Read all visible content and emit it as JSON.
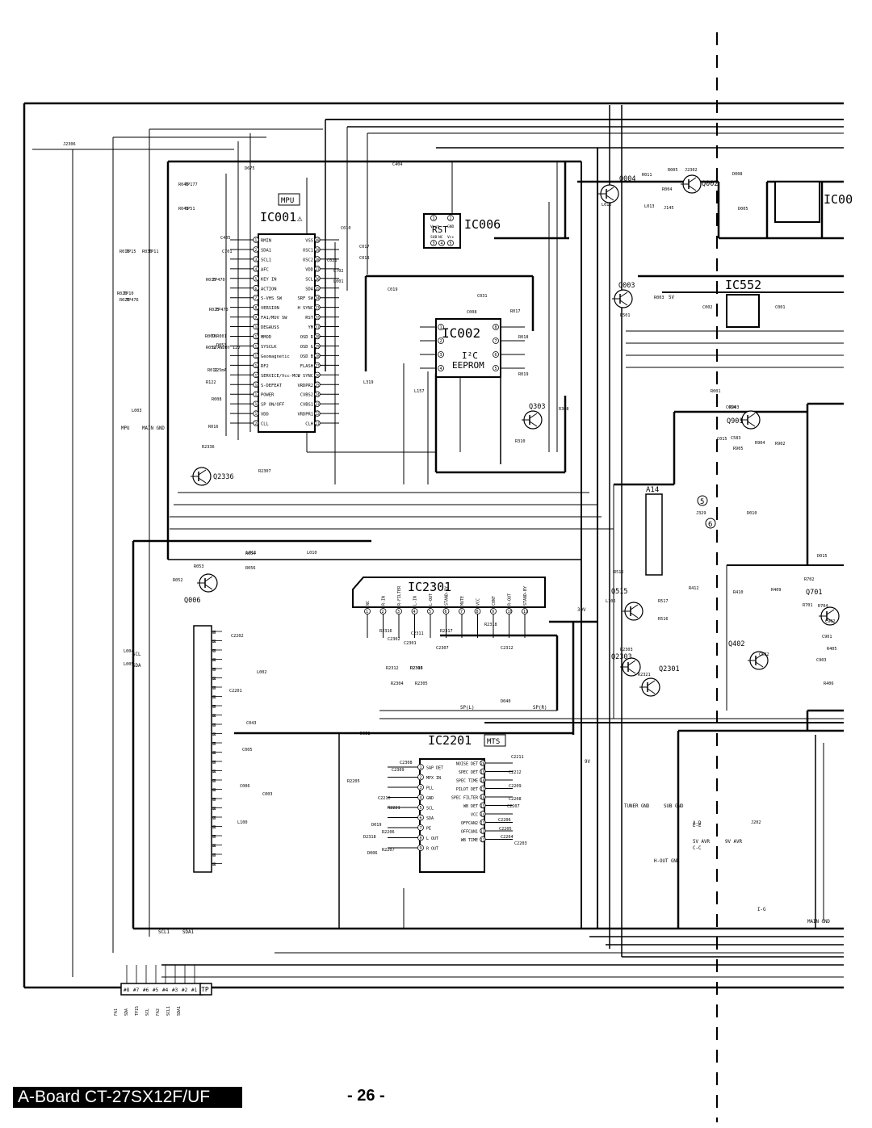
{
  "footer": {
    "model_label": "A-Board CT-27SX12F/UF",
    "page_number": "- 26 -"
  },
  "ics": {
    "ic001": {
      "name": "IC001",
      "tag": "MPU"
    },
    "ic006": {
      "name": "IC006",
      "sub": "RST"
    },
    "ic002": {
      "name": "IC002",
      "sub1": "I²C",
      "sub2": "EEPROM"
    },
    "ic2301": {
      "name": "IC2301"
    },
    "ic2201": {
      "name": "IC2201",
      "tag": "MTS"
    },
    "ic552": {
      "name": "IC552"
    },
    "ic00": {
      "name": "IC00"
    }
  },
  "transistors": {
    "q004": "Q004",
    "q002": "Q002",
    "q003": "Q003",
    "q303": "Q303",
    "q901": "Q901",
    "q2336": "Q2336",
    "q006": "Q006",
    "q515": "Q515",
    "q2303": "Q2303",
    "q2301": "Q2301",
    "q701": "Q701",
    "q402": "Q402"
  },
  "ic001_left_pins": [
    "RMIN",
    "SDA1",
    "SCL1",
    "AFC",
    "KEY IN",
    "ACTION",
    "S-VHS SW",
    "VERSION",
    "FA1/MUV SW",
    "DEGAUSS",
    "MMOD",
    "SYSCLK",
    "Geomagnetic",
    "RF2",
    "SERVICE/Vcc-MCU",
    "S-DEFEAT",
    "POWER",
    "SP ON/OFF",
    "VDD",
    "CLL"
  ],
  "ic001_right_pins": [
    "VSS",
    "OSC1",
    "OSC2",
    "VDD",
    "SCL",
    "SDA",
    "SRF SW",
    "H SYNC",
    "RST",
    "YM",
    "OSD R",
    "OSD G",
    "OSD B",
    "FLASH",
    "V SYNC",
    "VRDPR2",
    "CVBS2",
    "CVBS1",
    "VRDPR1",
    "CLH"
  ],
  "ic006_pins": [
    "Vout",
    "GND",
    "SUB",
    "NC",
    "Vcc"
  ],
  "ic002_left_pins": [
    "1",
    "2",
    "3",
    "4"
  ],
  "ic002_right_pins": [
    "8",
    "7",
    "6",
    "5"
  ],
  "ic2301_pins": [
    "NC",
    "R-IN",
    "R-FILTER",
    "L-IN",
    "L-OUT",
    "STAND-BY",
    "MUTE",
    "VCC",
    "CONT",
    "R-OUT",
    "STAND-BY"
  ],
  "ic2201_left_pins": [
    "SAP DET",
    "MPX IN",
    "PLL",
    "GND",
    "SCL",
    "SDA",
    "PE",
    "L OUT",
    "R OUT"
  ],
  "ic2201_right_pins": [
    "NOISE DET",
    "SPEC DET",
    "SPEC TIME",
    "PILOT DET",
    "SPEC FILTER",
    "WB DET",
    "VCC",
    "OFFCAN2",
    "OFFCAN1",
    "WB TIME"
  ],
  "connector_pins": [
    "#8",
    "#7",
    "#6",
    "#5",
    "#4",
    "#3",
    "#2",
    "#1"
  ],
  "connector_label": "TP",
  "connector_bottom_labels": [
    "FA1",
    "SDA",
    "TP15",
    "SCL",
    "FA2",
    "SCL1",
    "SDA1"
  ],
  "bus_labels": [
    "SCL",
    "SDA",
    "SCL1",
    "SDA1",
    "MPU",
    "MAIN GND",
    "SP(L)",
    "SP(R)",
    "30V",
    "9V",
    "5V",
    "TUNER GND",
    "SUB GND",
    "MAIN GND",
    "A-D",
    "C-C",
    "E-E",
    "I-G",
    "H-OUT GND",
    "5V AVR",
    "9V AVR"
  ],
  "ref_labels": [
    "R040",
    "R041",
    "R010",
    "R030",
    "R020",
    "R015",
    "R026",
    "R025",
    "R007",
    "R051",
    "R012",
    "R122",
    "R008",
    "R016",
    "R2336",
    "R2307",
    "R053",
    "R052",
    "R054",
    "R056",
    "R501",
    "R005",
    "R004",
    "R011",
    "R001",
    "R003",
    "R017",
    "R018",
    "R019",
    "R308",
    "R310",
    "R903",
    "R905",
    "R904",
    "R902",
    "R515",
    "R517",
    "R516",
    "R2303",
    "R2321",
    "R2316",
    "R2317",
    "R2318",
    "R2312",
    "R2313",
    "R2304",
    "R2305",
    "R2306",
    "R2205",
    "R2206",
    "R2207",
    "R2221",
    "R412",
    "R410",
    "R409",
    "R701",
    "R702",
    "R704",
    "R405",
    "R406",
    "C010",
    "C017",
    "C018",
    "C021",
    "C019",
    "C031",
    "C008",
    "C2311",
    "C2302",
    "C2301",
    "C2307",
    "C2312",
    "C2308",
    "C2309",
    "C2210",
    "C2211",
    "C2212",
    "C2209",
    "C2208",
    "C2207",
    "C2206",
    "C2205",
    "C2204",
    "C2203",
    "C2202",
    "C2201",
    "C043",
    "C005",
    "C006",
    "C003",
    "C002",
    "C001",
    "C014",
    "C015",
    "C583",
    "C582",
    "C903",
    "C902",
    "C901",
    "C404",
    "C405",
    "C701",
    "C702",
    "L001",
    "L011",
    "L010",
    "L003",
    "L004",
    "L005",
    "L002",
    "L100",
    "L106",
    "L012",
    "L013",
    "L319",
    "L157",
    "D010",
    "D008",
    "D005",
    "D015",
    "D019",
    "D006",
    "D675",
    "D053",
    "D052",
    "D040",
    "D2318",
    "J202",
    "J329",
    "J145",
    "J2302",
    "J2306",
    "TP177",
    "TP51",
    "TP15",
    "TP11",
    "TP10",
    "TP470",
    "TP476",
    "TP478",
    "TNR001",
    "STANDBY 12V",
    "125mA"
  ],
  "side_numbers": [
    "5",
    "6"
  ]
}
